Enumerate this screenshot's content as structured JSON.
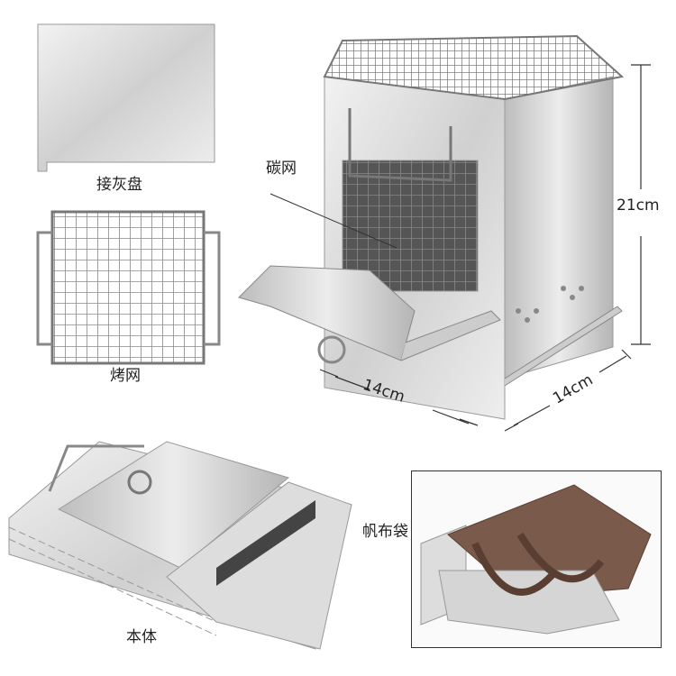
{
  "labels": {
    "ash_tray": "接灰盘",
    "grill_grate": "烤网",
    "charcoal_grate": "碳网",
    "height": "21cm",
    "width_front": "14cm",
    "width_side": "14cm",
    "canvas_bag": "帆布袋",
    "main_body": "本体"
  },
  "colors": {
    "steel_light": "#e6e6e6",
    "steel_mid": "#c4c4c4",
    "steel_dark": "#8a8a8a",
    "bag": "#7a5a4a"
  }
}
